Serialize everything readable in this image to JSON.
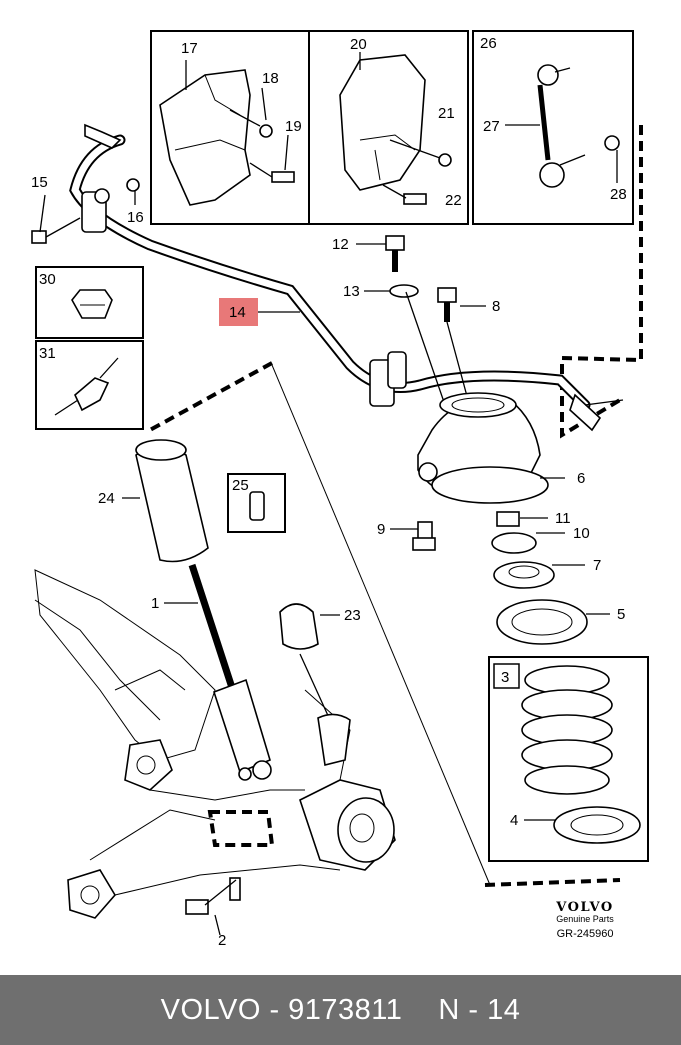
{
  "callouts": {
    "c1": "1",
    "c2": "2",
    "c3": "3",
    "c4": "4",
    "c5": "5",
    "c6": "6",
    "c7": "7",
    "c8": "8",
    "c9": "9",
    "c10": "10",
    "c11": "11",
    "c12": "12",
    "c13": "13",
    "c14": "14",
    "c15": "15",
    "c16": "16",
    "c17": "17",
    "c18": "18",
    "c19": "19",
    "c20": "20",
    "c21": "21",
    "c22": "22",
    "c23": "23",
    "c24": "24",
    "c25": "25",
    "c26": "26",
    "c27": "27",
    "c28": "28",
    "c30": "30",
    "c31": "31"
  },
  "highlight": {
    "part": "14",
    "color": "#e87878"
  },
  "brand": {
    "logo_text": "VOLVO",
    "subtitle": "Genuine Parts",
    "ref_code": "GR-245960"
  },
  "footer": {
    "part_label": "VOLVO - 9173811",
    "position_label": "N - 14",
    "bg_color": "#6f6f6f"
  }
}
